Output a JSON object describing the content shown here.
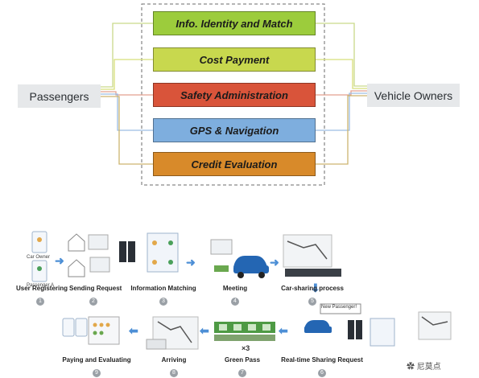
{
  "top_diagram": {
    "left_actor": "Passengers",
    "right_actor": "Vehicle Owners",
    "services": [
      {
        "label": "Info. Identity and Match",
        "color": "#9ccc3c",
        "line": "#c9d98a"
      },
      {
        "label": "Cost Payment",
        "color": "#c8d84e",
        "line": "#d8df7a"
      },
      {
        "label": "Safety Administration",
        "color": "#d9543a",
        "line": "#e4a08f"
      },
      {
        "label": "GPS & Navigation",
        "color": "#7eaede",
        "line": "#9cbde3"
      },
      {
        "label": "Credit Evaluation",
        "color": "#d88a2a",
        "line": "#cdb56f"
      }
    ]
  },
  "process": {
    "steps": [
      {
        "label": "User Registering",
        "num": "1"
      },
      {
        "label": "Sending Request",
        "num": "2"
      },
      {
        "label": "Information Matching",
        "num": "3"
      },
      {
        "label": "Meeting",
        "num": "4"
      },
      {
        "label": "Car-sharing process",
        "num": "5"
      },
      {
        "label": "Real-time Sharing Request",
        "num": "6"
      },
      {
        "label": "Green Pass",
        "num": "7"
      },
      {
        "label": "Arriving",
        "num": "8"
      },
      {
        "label": "Paying and Evaluating",
        "num": "9"
      }
    ],
    "small_texts": {
      "car_owner": "Car Owner",
      "passenger": "Passenger A",
      "new_passenger": "New Passenger!",
      "multiplier": "×3"
    }
  },
  "watermark": "尼莫点"
}
